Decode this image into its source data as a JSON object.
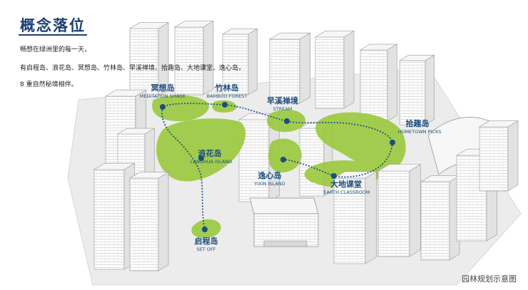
{
  "header": {
    "title": "概念落位",
    "intro": [
      "畅想在绿洲里的每一天，",
      "有启程岛、浪花岛、冥想岛、竹林岛、早溪禅境、拾趣岛、大地课堂、逸心岛，",
      "8 重自然秘境相伴。"
    ]
  },
  "islands": [
    {
      "key": "meditation",
      "cn": "冥想岛",
      "en": "MEDITATION SHADE"
    },
    {
      "key": "bamboo",
      "cn": "竹林岛",
      "en": "BAMBOO FOREST"
    },
    {
      "key": "stream",
      "cn": "早溪禅境",
      "en": "STREAM"
    },
    {
      "key": "hometown",
      "cn": "拾趣岛",
      "en": "HOMETOWN PICKS"
    },
    {
      "key": "langhua",
      "cn": "浪花岛",
      "en": "LANGHUA ISLAND"
    },
    {
      "key": "yixin",
      "cn": "逸心岛",
      "en": "YIXIN ISLAND"
    },
    {
      "key": "earth",
      "cn": "大地课堂",
      "en": "EARTH CLASSROOM"
    },
    {
      "key": "setoff",
      "cn": "启程岛",
      "en": "SET OFF"
    }
  ],
  "caption": "园林规划示意图",
  "colors": {
    "title": "#1d3f73",
    "label": "#1d4e7e",
    "green": "#9bc93c",
    "route": "#1f4f86",
    "building": "#ffffff",
    "building_line": "#9a9a9a",
    "ground": "#ececec"
  }
}
